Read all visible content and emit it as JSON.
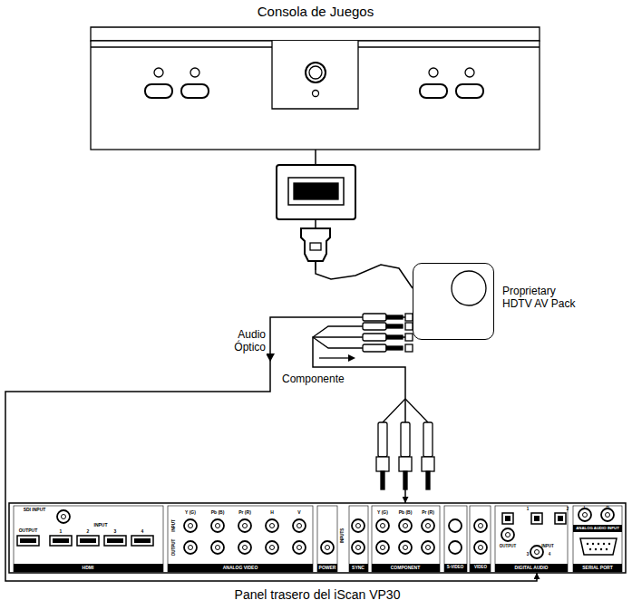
{
  "diagram": {
    "nodes": [
      {
        "text": [
          "Consola de Juegos"
        ]
      },
      {
        "text": [
          "Proprietary HDTV AV Pack"
        ]
      },
      {
        "text": [
          "Panel trasero del iScan VP30"
        ]
      }
    ],
    "edges": [
      {
        "from": 0,
        "to": 1,
        "arrow": "none"
      },
      {
        "from": 1,
        "to": 2,
        "label": "Audio Óptico",
        "arrow": "to"
      },
      {
        "from": 1,
        "to": 2,
        "label": "Componente",
        "arrow": "to"
      }
    ],
    "labels": [
      "SDI INPUT",
      "OUTPUT",
      "INPUT",
      "1",
      "2",
      "3",
      "4",
      "HDMI",
      "Y (G)",
      "Pb (B)",
      "Pr (R)",
      "H",
      "V",
      "INPUT",
      "OUTPUT",
      "ANALOG VIDEO",
      "POWER",
      "INPUTS",
      "SYNC",
      "Y (G)",
      "Pb (B)",
      "Pr (R)",
      "COMPONENT",
      "S-VIDEO",
      "VIDEO",
      "OUTPUT",
      "INPUT",
      "1",
      "2",
      "3",
      "4",
      "DIGITAL AUDIO",
      "L",
      "R",
      "ANALOG AUDIO INPUT",
      "SERIAL PORT"
    ]
  }
}
